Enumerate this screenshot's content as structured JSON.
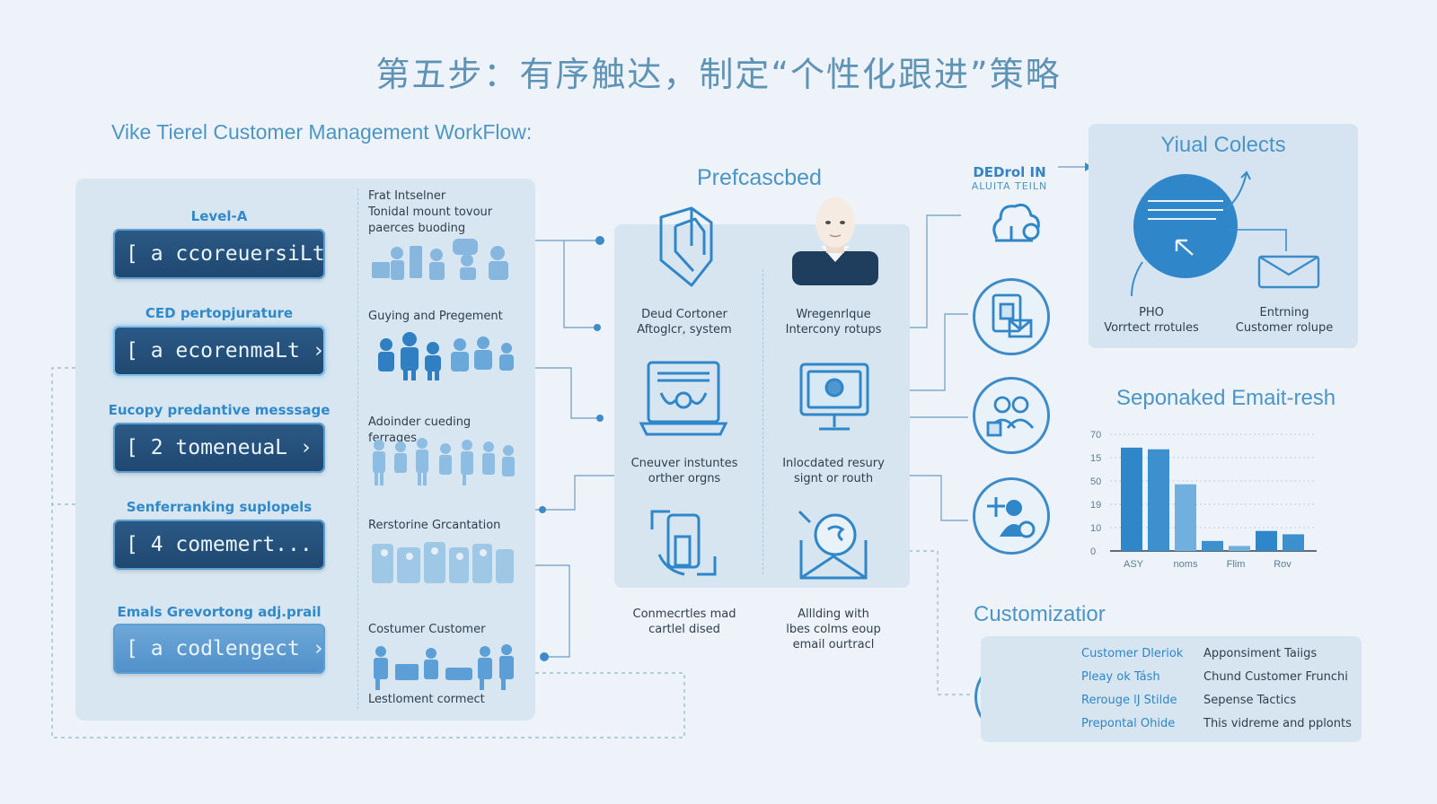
{
  "title": "第五步：有序触达，制定“个性化跟进”策略",
  "subtitle": "Vike Tierel Customer Management  WorkFlow:",
  "levels": [
    {
      "label": "Level-A",
      "button": "[ a ccoreuersiLt ›",
      "style": "dark"
    },
    {
      "label": "CED pertopjurature",
      "button": "[ a ecorenmaLt ›",
      "style": "dark-bright"
    },
    {
      "label": "Eucopy predantive messsage",
      "button": "[ 2 tomeneuaL ›",
      "style": "dark"
    },
    {
      "label": "Senferranking suplopels",
      "button": "[ 4 comemert... ›",
      "style": "dark"
    },
    {
      "label": "Emals Grevortong adj.prail",
      "button": "[ a codlengect ›",
      "style": "light"
    }
  ],
  "scenarios": [
    {
      "label": "Frat Intselner\nTonidal mount tovour\npaerces buoding"
    },
    {
      "label": "Guying and Pregement"
    },
    {
      "label": "Adoinder cueding ferrages"
    },
    {
      "label": "Rerstorine Grcantation"
    },
    {
      "label": "Costumer Customer"
    }
  ],
  "left_footer": "Lestloment cormect",
  "center": {
    "title": "Prefcascbed",
    "items": [
      {
        "label": "Deud Cortoner\nAftoglcr, system",
        "icon": "document-folder-icon"
      },
      {
        "label": "Wregenrlque\nIntercony rotups",
        "icon": "person-avatar-icon"
      },
      {
        "label": "Cneuver instuntes\norther orgns",
        "icon": "laptop-icon"
      },
      {
        "label": "Inlocdated resury\nsignt or routh",
        "icon": "monitor-icon"
      },
      {
        "label": "Conmecrtles mad\ncartlel dised",
        "icon": "phone-hand-icon"
      },
      {
        "label": "Alllding with\nlbes colms eoup\nemail ourtracl",
        "icon": "mail-chat-icon"
      }
    ]
  },
  "dedoral": {
    "title": "DEDrol IN",
    "sub": "ALUITA TEILN"
  },
  "circle_icons": [
    "tree-gear-icon",
    "tablet-mail-icon",
    "group-chat-icon",
    "person-add-icon",
    "document-check-icon"
  ],
  "yual": {
    "title": "Yiual Colects",
    "left_label": "PHO\nVorrtect rrotules",
    "right_label": "Entrning\nCustomer rolupe"
  },
  "chart_data": {
    "type": "bar",
    "title": "Seponaked Emait-resh",
    "yticks": [
      "0",
      "10",
      "19",
      "50",
      "15",
      "70"
    ],
    "xticks": [
      "ASY",
      "noms",
      "Flim",
      "Rov"
    ],
    "bars": [
      {
        "value": 62,
        "color": "#2f86c8"
      },
      {
        "value": 61,
        "color": "#3d90ce"
      },
      {
        "value": 40,
        "color": "#6fb0df"
      },
      {
        "value": 6,
        "color": "#3d90ce"
      },
      {
        "value": 3,
        "color": "#6fb0df"
      },
      {
        "value": 12,
        "color": "#2f86c8"
      },
      {
        "value": 10,
        "color": "#3d90ce"
      }
    ],
    "ylim": [
      0,
      70
    ],
    "grid": true
  },
  "customization": {
    "title": "Customizatior",
    "left": [
      "Customer Dleriok",
      "Pleay ok Tásh",
      "Rerouge lJ Stilde",
      "Prepontal Ohide"
    ],
    "right": [
      "Apponsiment Taiigs",
      "Chund Customer Frunchi",
      "Sepense Tactics",
      "This vidreme and pplonts"
    ]
  },
  "colors": {
    "accent": "#2f86c8",
    "dark_button": "#234f7a",
    "panel": "#d7e6f1",
    "background": "#edf3f8"
  }
}
